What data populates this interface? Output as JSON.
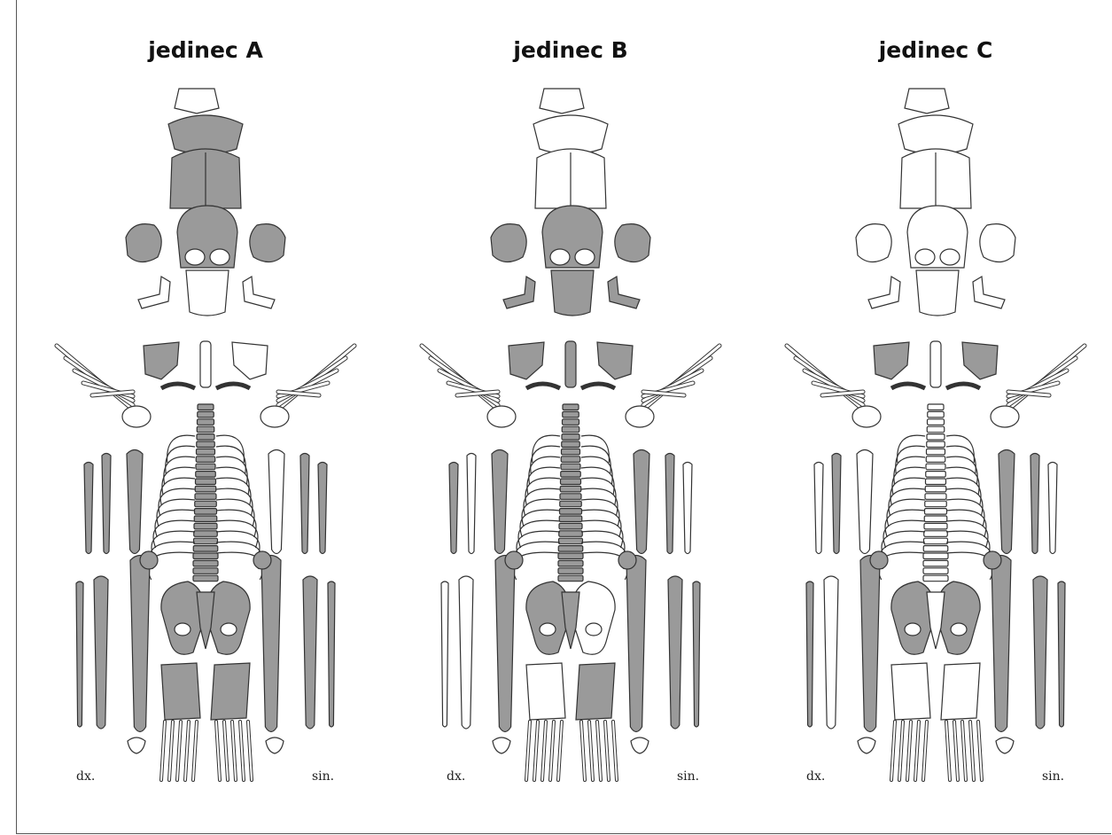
{
  "figure": {
    "panels": [
      {
        "title": "jedinec A",
        "left_label": "dx.",
        "right_label": "sin.",
        "preserved": {
          "skull_occipital": true,
          "skull_parietal": true,
          "skull_frontal": true,
          "skull_temporal_dx": true,
          "skull_temporal_sin": true,
          "mandible_dx": false,
          "mandible_sin": false,
          "mandible_body": false,
          "scapula_dx": true,
          "scapula_sin": false,
          "sternum": false,
          "clavicle_dx": false,
          "clavicle_sin": false,
          "hand_dx": false,
          "hand_sin": false,
          "vertebrae": true,
          "ribs_dx": false,
          "ribs_sin": false,
          "humerus_dx": true,
          "humerus_sin": false,
          "radius_dx": true,
          "ulna_dx": true,
          "radius_sin": true,
          "ulna_sin": true,
          "femur_dx": true,
          "femur_sin": true,
          "tibia_dx": true,
          "fibula_dx": true,
          "tibia_sin": true,
          "fibula_sin": true,
          "pelvis_dx": true,
          "pelvis_sin": true,
          "sacrum": true,
          "foot_tarsus_dx": true,
          "foot_tarsus_sin": true
        }
      },
      {
        "title": "jedinec B",
        "left_label": "dx.",
        "right_label": "sin.",
        "preserved": {
          "skull_occipital": false,
          "skull_parietal": false,
          "skull_frontal": true,
          "skull_temporal_dx": true,
          "skull_temporal_sin": true,
          "mandible_dx": true,
          "mandible_sin": true,
          "mandible_body": true,
          "scapula_dx": true,
          "scapula_sin": true,
          "sternum": true,
          "clavicle_dx": false,
          "clavicle_sin": false,
          "hand_dx": false,
          "hand_sin": false,
          "vertebrae": true,
          "ribs_dx": false,
          "ribs_sin": false,
          "humerus_dx": true,
          "humerus_sin": true,
          "radius_dx": true,
          "ulna_dx": false,
          "radius_sin": false,
          "ulna_sin": true,
          "femur_dx": true,
          "femur_sin": true,
          "tibia_dx": false,
          "fibula_dx": false,
          "tibia_sin": true,
          "fibula_sin": true,
          "pelvis_dx": true,
          "pelvis_sin": false,
          "sacrum": true,
          "foot_tarsus_dx": false,
          "foot_tarsus_sin": true
        }
      },
      {
        "title": "jedinec C",
        "left_label": "dx.",
        "right_label": "sin.",
        "preserved": {
          "skull_occipital": false,
          "skull_parietal": false,
          "skull_frontal": false,
          "skull_temporal_dx": false,
          "skull_temporal_sin": false,
          "mandible_dx": false,
          "mandible_sin": false,
          "mandible_body": false,
          "scapula_dx": true,
          "scapula_sin": true,
          "sternum": false,
          "clavicle_dx": false,
          "clavicle_sin": false,
          "hand_dx": false,
          "hand_sin": false,
          "vertebrae": false,
          "ribs_dx": false,
          "ribs_sin": false,
          "humerus_dx": false,
          "humerus_sin": true,
          "radius_dx": false,
          "ulna_dx": true,
          "radius_sin": false,
          "ulna_sin": true,
          "femur_dx": true,
          "femur_sin": true,
          "tibia_dx": false,
          "fibula_dx": true,
          "tibia_sin": true,
          "fibula_sin": true,
          "pelvis_dx": true,
          "pelvis_sin": true,
          "sacrum": false,
          "foot_tarsus_dx": false,
          "foot_tarsus_sin": false
        }
      }
    ],
    "colors": {
      "preserved_fill": "#9a9a9a",
      "missing_fill": "#ffffff",
      "outline": "#333333"
    }
  }
}
